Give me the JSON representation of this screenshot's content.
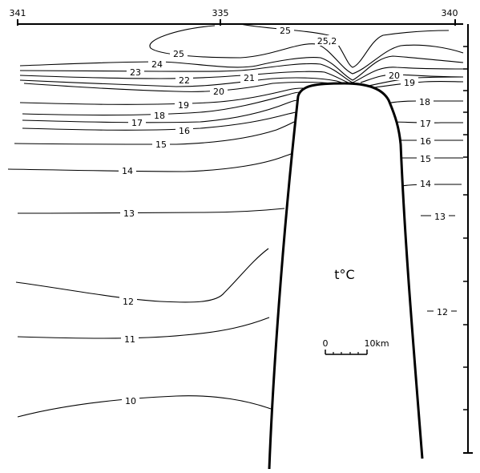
{
  "station_labels": {
    "left": "341",
    "middle": "335",
    "right": "340"
  },
  "title": "t°C",
  "scale_bar": {
    "start": "0",
    "end": "10km"
  },
  "isotherms": {
    "t25_2": "25,2",
    "t25a": "25",
    "t25b": "25",
    "t24": "24",
    "t23": "23",
    "t22": "22",
    "t21": "21",
    "t20a": "20",
    "t20b": "20",
    "t19a": "19",
    "t19b": "19",
    "t18a": "18",
    "t18b": "18",
    "t17a": "17",
    "t17b": "17",
    "t16a": "16",
    "t16b": "16",
    "t15a": "15",
    "t15b": "15",
    "t14a": "14",
    "t14b": "14",
    "t13a": "13",
    "t13b": "13",
    "t12a": "12",
    "t12b": "12",
    "t11": "11",
    "t10": "10"
  },
  "colors": {
    "ink": "#000000",
    "background": "#ffffff"
  }
}
